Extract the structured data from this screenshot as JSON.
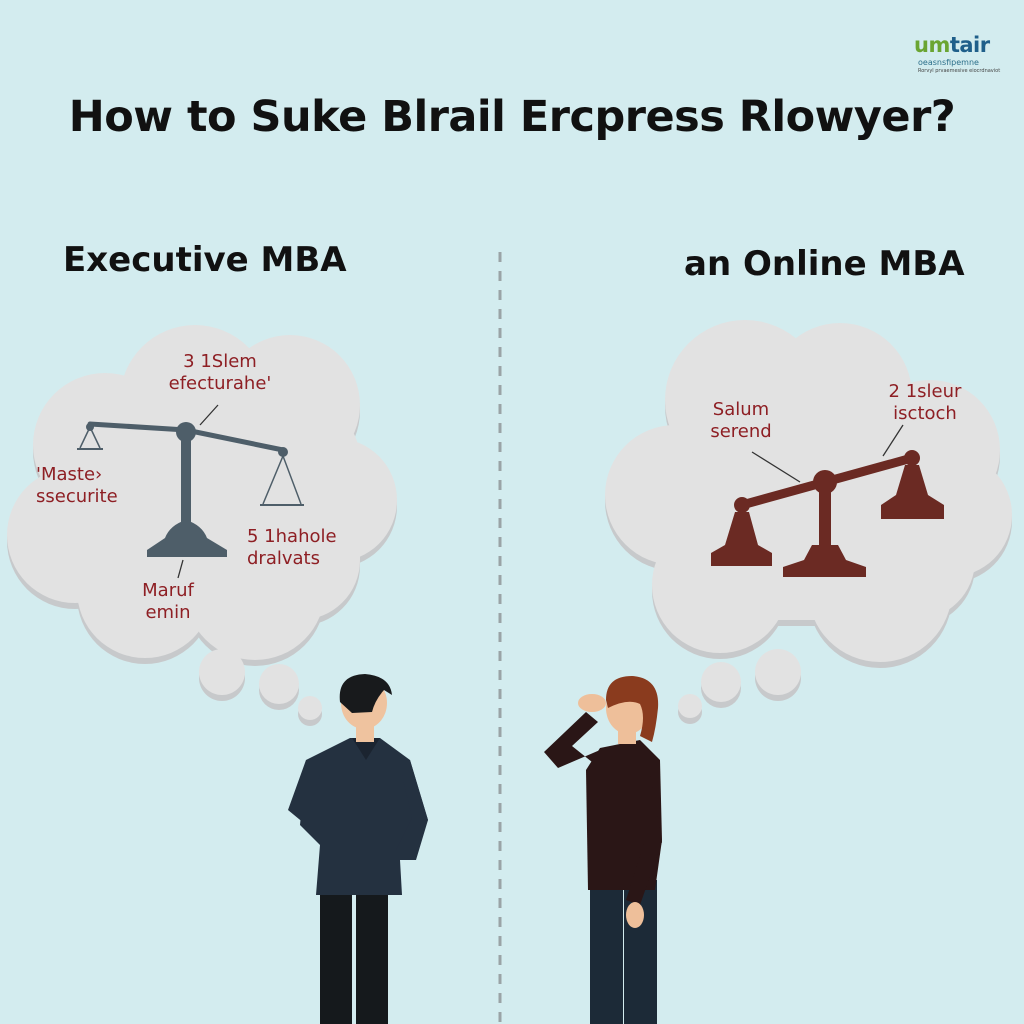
{
  "title": "How to Suke Blrail Ercpress Rlowyer?",
  "logo": {
    "part1": "um",
    "part2": "tair",
    "tagline": "oeasnsfipemne",
    "subline": "Rorvyl prvaemesive eiocrdnaviot",
    "colors": {
      "part1": "#6aa532",
      "part2": "#1f5f8a"
    }
  },
  "left": {
    "heading": "Executive MBA",
    "labels": {
      "top": "3 1Slem\nefecturahe'",
      "left": "'Maste›\nssecurite",
      "right": "5 1hahole\ndralvats",
      "bottom": "Maruf\nemin"
    },
    "scale_color": "#4e5e69"
  },
  "right": {
    "heading": "an Online MBA",
    "labels": {
      "left": "Salum\nserend",
      "right": "2 1sleur\nisctoch"
    },
    "scale_color": "#6b2a23"
  },
  "colors": {
    "background": "#d3ecef",
    "cloud": "#e2e2e2",
    "label_text": "#8e1f24"
  }
}
